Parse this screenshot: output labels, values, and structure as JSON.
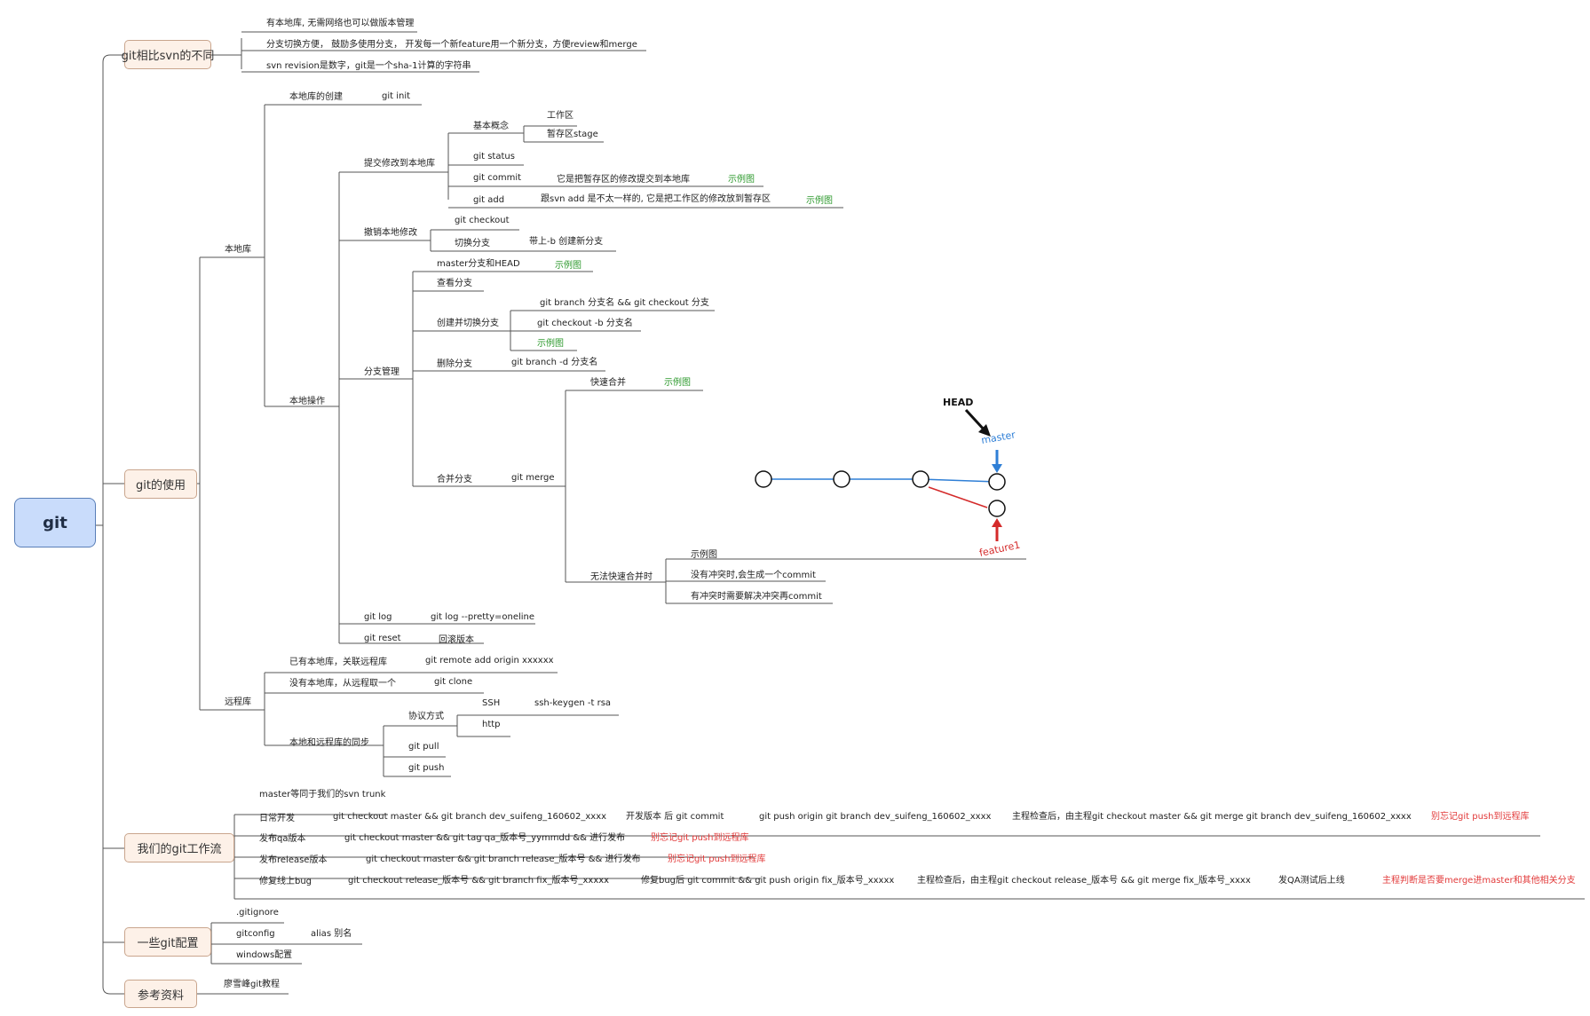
{
  "root": "git",
  "colors": {
    "line": "#555555",
    "blue": "#2f7fd6",
    "red": "#d42a2a",
    "black": "#111111"
  },
  "branches": {
    "svn": {
      "label": "git相比svn的不同",
      "items": [
        "有本地库, 无需网络也可以做版本管理",
        "分支切换方便， 鼓励多使用分支， 开发每一个新feature用一个新分支，方便review和merge",
        "svn revision是数字，git是一个sha-1计算的字符串"
      ]
    },
    "usage": {
      "label": "git的使用",
      "local": "本地库",
      "create": {
        "label": "本地库的创建",
        "cmd": "git  init"
      },
      "ops": "本地操作",
      "commit_group": "提交修改到本地库",
      "basic": "基本概念",
      "workspace": "工作区",
      "stage": "暂存区stage",
      "status": "git status",
      "commit": {
        "cmd": "git commit",
        "desc": "它是把暂存区的修改提交到本地库",
        "demo": "示例图"
      },
      "add": {
        "cmd": "git add",
        "desc": "跟svn add 是不太一样的, 它是把工作区的修改放到暂存区",
        "demo": "示例图"
      },
      "undo": "撤销本地修改",
      "checkout": "git checkout",
      "switch": {
        "label": "切换分支",
        "desc": "带上-b  创建新分支"
      },
      "branch_mgmt": "分支管理",
      "master_head": {
        "label": "master分支和HEAD",
        "demo": "示例图"
      },
      "view_branch": "查看分支",
      "create_switch": {
        "label": "创建并切换分支",
        "opt1": "git branch 分支名 && git checkout 分支",
        "opt2": "git checkout -b 分支名",
        "demo": "示例图"
      },
      "delete": {
        "label": "删除分支",
        "cmd": "git branch -d 分支名"
      },
      "merge": {
        "label": "合并分支",
        "cmd": "git merge",
        "fast": {
          "label": "快速合并",
          "demo": "示例图"
        },
        "nofast": {
          "label": "无法快速合并时",
          "demo": "示例图",
          "no_conflict": "没有冲突时,会生成一个commit",
          "conflict": "有冲突时需要解决冲突再commit"
        }
      },
      "log": {
        "cmd": "git log",
        "desc": "git log  --pretty=oneline"
      },
      "reset": {
        "cmd": "git reset",
        "desc": "回滚版本"
      },
      "remote": "远程库",
      "link": {
        "label": "已有本地库，关联远程库",
        "cmd": "git remote add origin xxxxxx"
      },
      "clone": {
        "label": "没有本地库，从远程取一个",
        "cmd": "git clone"
      },
      "sync": {
        "label": "本地和远程库的同步",
        "protocol": "协议方式",
        "ssh": "SSH",
        "ssh_cmd": "ssh-keygen -t rsa",
        "http": "http",
        "pull": "git pull",
        "push": "git push"
      }
    },
    "workflow": {
      "label": "我们的git工作流",
      "trunk": "master等同于我们的svn trunk",
      "daily": {
        "label": "日常开发",
        "s1": "git checkout master && git branch dev_suifeng_160602_xxxx",
        "s2": "开发版本 后 git commit",
        "s3": "git push origin git branch dev_suifeng_160602_xxxx",
        "s4": "主程检查后，由主程git  checkout master && git merge git branch dev_suifeng_160602_xxxx",
        "note": "别忘记git push到远程库"
      },
      "qa": {
        "label": "发布qa版本",
        "s1": "git checkout master && git tag qa_版本号_yymmdd &&  进行发布",
        "note": "别忘记git push到远程库"
      },
      "release": {
        "label": "发布release版本",
        "s1": "git checkout master && git branch release_版本号 && 进行发布",
        "note": "别忘记git push到远程库"
      },
      "bug": {
        "label": "修复线上bug",
        "s1": "git checkout  release_版本号 &&  git branch fix_版本号_xxxxx",
        "s2": "修复bug后 git commit && git push origin fix_版本号_xxxxx",
        "s3": "主程检查后，由主程git  checkout release_版本号 && git merge fix_版本号_xxxx",
        "s4": "发QA测试后上线",
        "note": "主程判断是否要merge进master和其他相关分支"
      }
    },
    "config": {
      "label": "一些git配置",
      "gitignore": ".gitignore",
      "gitconfig": "gitconfig",
      "alias": "alias 别名",
      "windows": "windows配置"
    },
    "refs": {
      "label": "参考资料",
      "item": "廖雪峰git教程"
    }
  },
  "graph": {
    "head": "HEAD",
    "master": "master",
    "feature": "feature1"
  }
}
